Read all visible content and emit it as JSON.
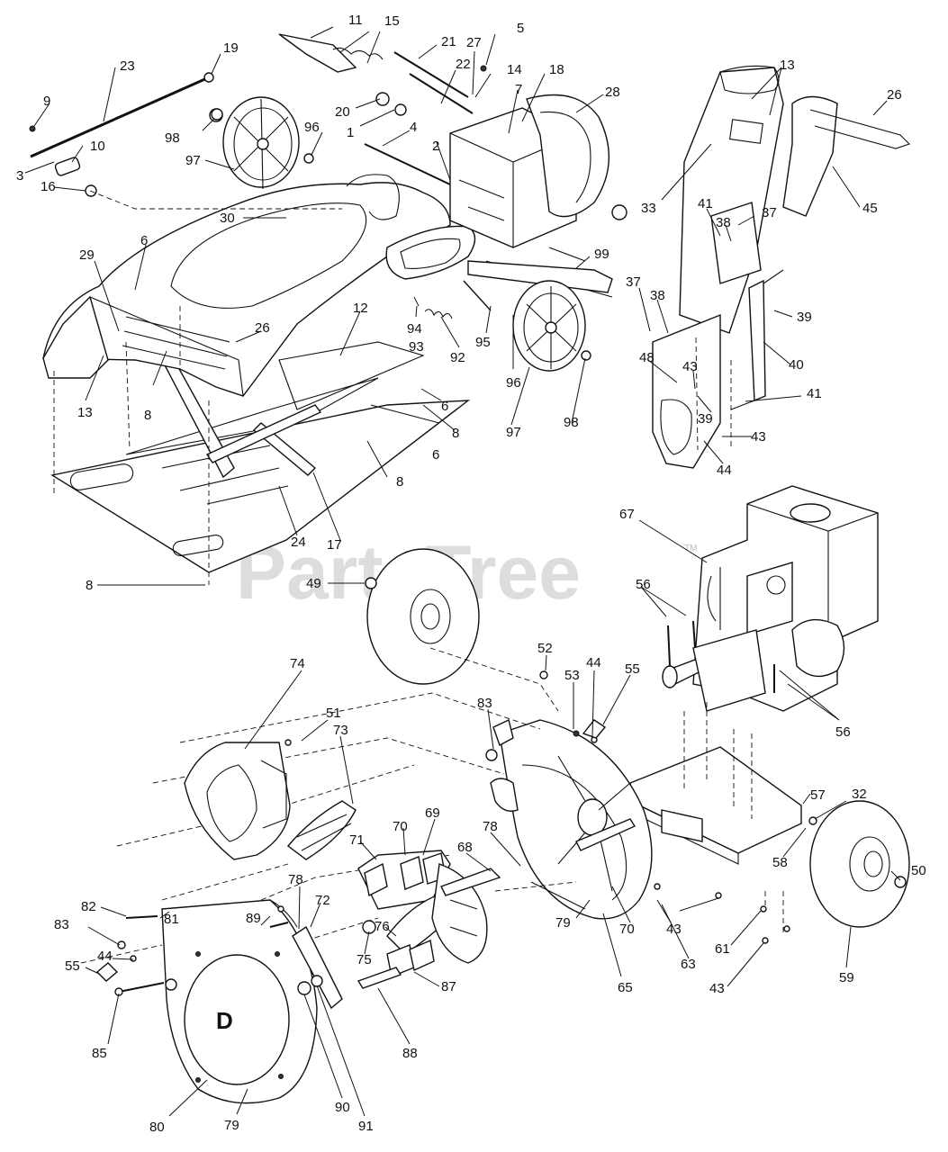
{
  "watermark": "PartsTree",
  "watermark_tm": "TM",
  "cover_letter": "D",
  "callouts": [
    "11",
    "15",
    "21",
    "27",
    "5",
    "19",
    "23",
    "22",
    "14",
    "18",
    "28",
    "13",
    "26",
    "9",
    "7",
    "20",
    "98",
    "96",
    "1",
    "4",
    "10",
    "2",
    "33",
    "45",
    "3",
    "16",
    "97",
    "30",
    "41",
    "37",
    "38",
    "6",
    "29",
    "12",
    "94",
    "26",
    "99",
    "39",
    "37",
    "38",
    "93",
    "92",
    "95",
    "40",
    "13",
    "6",
    "8",
    "96",
    "48",
    "43",
    "8",
    "6",
    "97",
    "98",
    "43",
    "39",
    "41",
    "8",
    "24",
    "17",
    "44",
    "67",
    "8",
    "49",
    "56",
    "52",
    "53",
    "44",
    "55",
    "74",
    "83",
    "51",
    "56",
    "73",
    "57",
    "32",
    "70",
    "69",
    "71",
    "78",
    "68",
    "58",
    "50",
    "78",
    "72",
    "82",
    "81",
    "89",
    "79",
    "43",
    "70",
    "63",
    "83",
    "76",
    "65",
    "61",
    "75",
    "44",
    "55",
    "87",
    "43",
    "59",
    "85",
    "88",
    "80",
    "79",
    "90",
    "91"
  ]
}
